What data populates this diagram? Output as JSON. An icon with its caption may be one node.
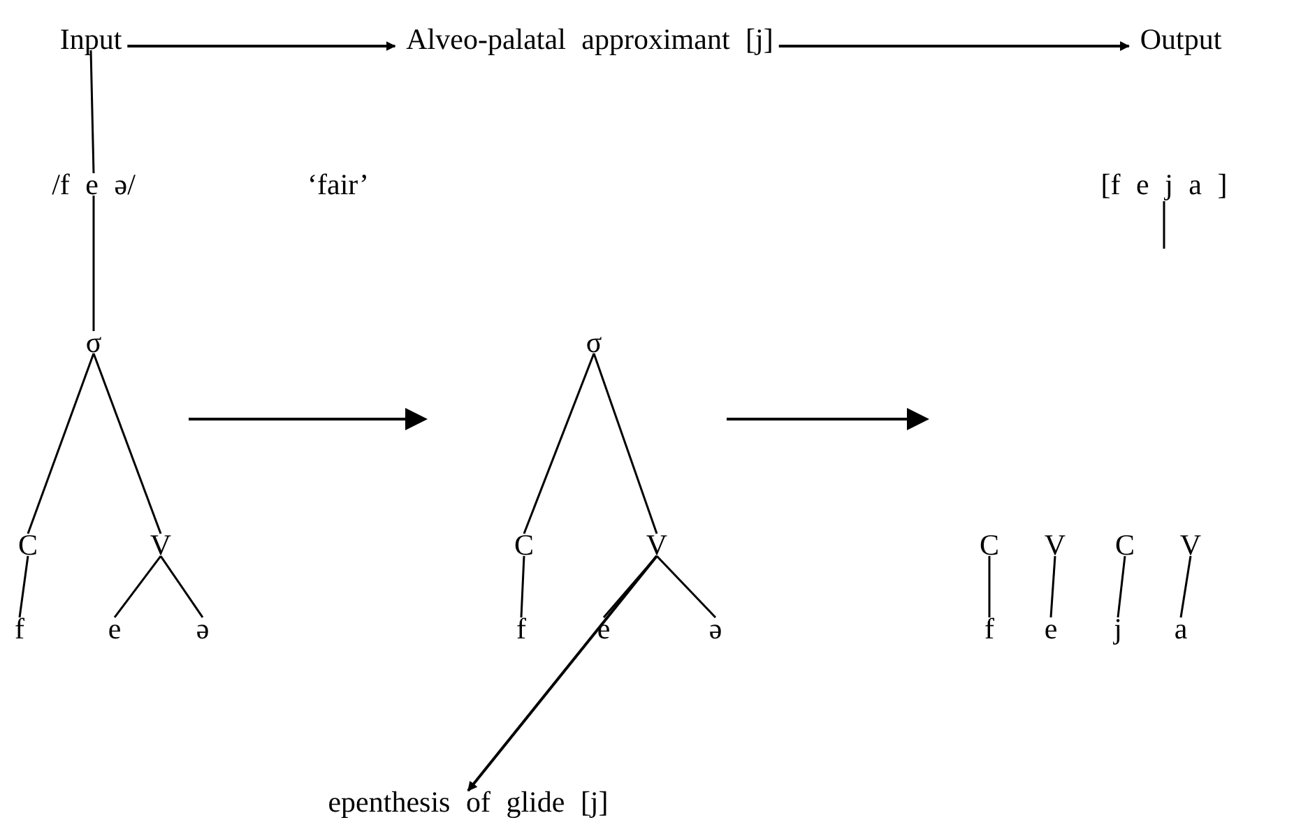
{
  "diagram": {
    "nodes": [
      {
        "text": [
          "Input"
        ]
      },
      {
        "text": [
          "Alveo-palatal approximant [j]"
        ]
      },
      {
        "text": [
          "Output"
        ]
      },
      {
        "text": [
          "/f e ə/"
        ]
      },
      {
        "text": [
          "‘fair’"
        ]
      },
      {
        "text": [
          "[f e j a ]"
        ]
      },
      {
        "text": [
          "σ"
        ]
      },
      {
        "text": [
          "C"
        ]
      },
      {
        "text": [
          "V"
        ]
      },
      {
        "text": [
          "f"
        ]
      },
      {
        "text": [
          "e"
        ]
      },
      {
        "text": [
          "ə"
        ]
      },
      {
        "text": [
          "σ"
        ]
      },
      {
        "text": [
          "C"
        ]
      },
      {
        "text": [
          "V"
        ]
      },
      {
        "text": [
          "f"
        ]
      },
      {
        "text": [
          "e"
        ]
      },
      {
        "text": [
          "ə"
        ]
      },
      {
        "text": [
          "C"
        ]
      },
      {
        "text": [
          "V"
        ]
      },
      {
        "text": [
          "C"
        ]
      },
      {
        "text": [
          "V"
        ]
      },
      {
        "text": [
          "f"
        ]
      },
      {
        "text": [
          "e"
        ]
      },
      {
        "text": [
          "j"
        ]
      },
      {
        "text": [
          "a"
        ]
      },
      {
        "text": [
          "epenthesis of glide [j]"
        ]
      }
    ],
    "edges": [
      {
        "from": 0,
        "to": 1,
        "arrow": "to"
      },
      {
        "from": 1,
        "to": 2,
        "arrow": "to"
      },
      {
        "from": 0,
        "to": 3,
        "arrow": "none"
      },
      {
        "from": 3,
        "to": 6,
        "arrow": "none"
      },
      {
        "from": 6,
        "to": 7,
        "arrow": "none"
      },
      {
        "from": 6,
        "to": 8,
        "arrow": "none"
      },
      {
        "from": 7,
        "to": 9,
        "arrow": "none"
      },
      {
        "from": 8,
        "to": 10,
        "arrow": "none"
      },
      {
        "from": 8,
        "to": 11,
        "arrow": "none"
      },
      {
        "from": 12,
        "to": 13,
        "arrow": "none"
      },
      {
        "from": 12,
        "to": 14,
        "arrow": "none"
      },
      {
        "from": 13,
        "to": 15,
        "arrow": "none"
      },
      {
        "from": 14,
        "to": 16,
        "arrow": "none"
      },
      {
        "from": 14,
        "to": 17,
        "arrow": "none"
      },
      {
        "from": 14,
        "to": 26,
        "arrow": "to"
      },
      {
        "from": 18,
        "to": 22,
        "arrow": "none"
      },
      {
        "from": 19,
        "to": 23,
        "arrow": "none"
      },
      {
        "from": 20,
        "to": 24,
        "arrow": "none"
      },
      {
        "from": 21,
        "to": 25,
        "arrow": "none"
      },
      {
        "from": 5,
        "to": null,
        "arrow": "none"
      }
    ]
  }
}
